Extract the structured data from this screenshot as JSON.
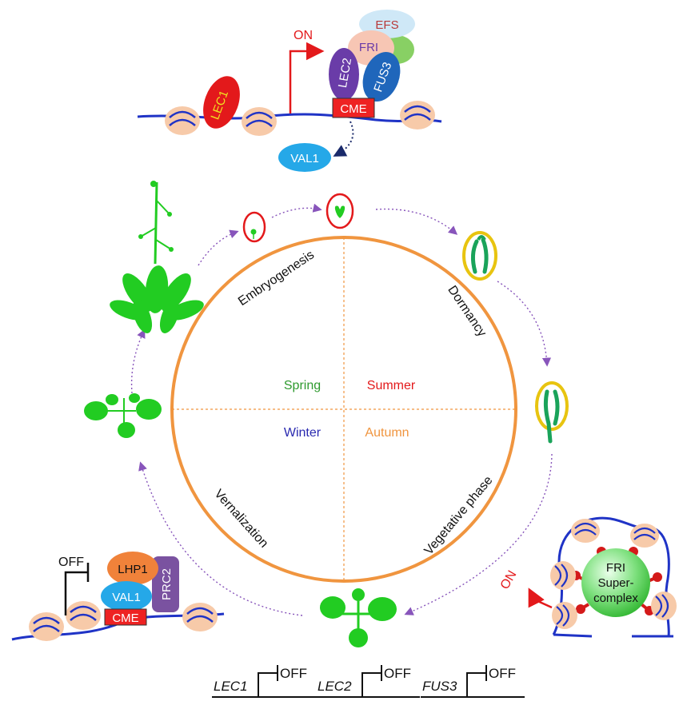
{
  "colors": {
    "circle": "#f0953f",
    "dna": "#1f33c6",
    "plant": "#22cc22",
    "arrow_purple": "#8855bb",
    "on_red": "#e3191b",
    "spring": "#2e9a2e",
    "summer": "#e3191b",
    "winter": "#2a2ab0",
    "autumn": "#f0953f",
    "cme": "#ee2222",
    "lec1": "#e3191b",
    "lec2": "#6a3ca8",
    "fus3": "#1f66bb",
    "val1": "#25a8e8",
    "lhp1": "#f0823a",
    "prc2": "#7a52a0",
    "efs": "#cfe8f7",
    "fri": "#f7c6b4",
    "nucleosome": "#f7caa9",
    "fri_complex": "#4fd64f"
  },
  "stages": {
    "embryogenesis": "Embryogenesis",
    "dormancy": "Dormancy",
    "vegetative": "Vegetative phase",
    "vernalization": "Vernalization"
  },
  "seasons": {
    "spring": "Spring",
    "summer": "Summer",
    "winter": "Winter",
    "autumn": "Autumn"
  },
  "top_panel": {
    "on": "ON",
    "lec1": "LEC1",
    "efs": "EFS",
    "fri": "FRI",
    "lec2": "LEC2",
    "fus3": "FUS3",
    "cme": "CME",
    "val1": "VAL1"
  },
  "left_panel": {
    "off": "OFF",
    "lhp1": "LHP1",
    "prc2": "PRC2",
    "val1": "VAL1",
    "cme": "CME"
  },
  "right_panel": {
    "on": "ON",
    "complex_line1": "FRI",
    "complex_line2": "Super-",
    "complex_line3": "complex"
  },
  "genes": [
    {
      "name": "LEC1",
      "state": "OFF"
    },
    {
      "name": "LEC2",
      "state": "OFF"
    },
    {
      "name": "FUS3",
      "state": "OFF"
    }
  ]
}
